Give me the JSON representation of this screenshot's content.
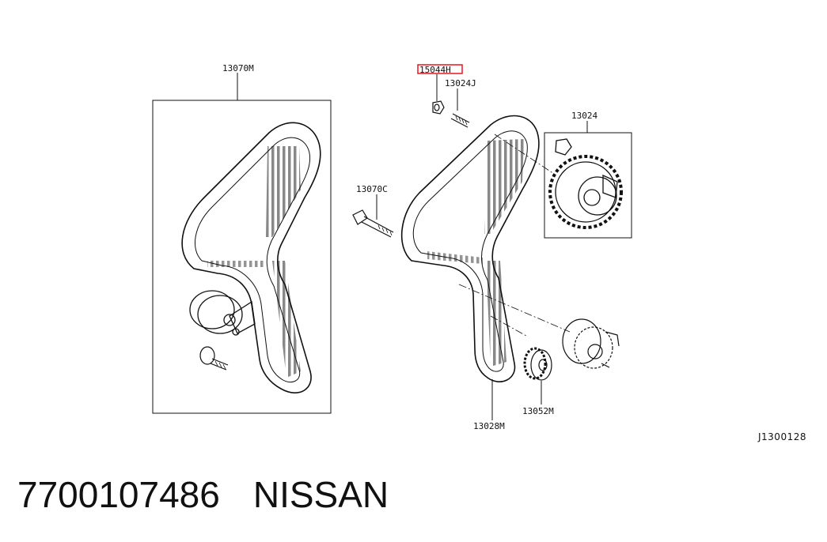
{
  "parts": {
    "belt_kit": "13070M",
    "highlighted": "15044H",
    "stud": "13024J",
    "sprocket": "13024",
    "bolt": "13070C",
    "belt": "13028M",
    "crank_sprocket": "13052M"
  },
  "diagram_code": "J1300128",
  "caption": {
    "part_number": "7700107486",
    "brand": "NISSAN"
  },
  "colors": {
    "line": "#111111",
    "highlight": "#e8171f"
  }
}
